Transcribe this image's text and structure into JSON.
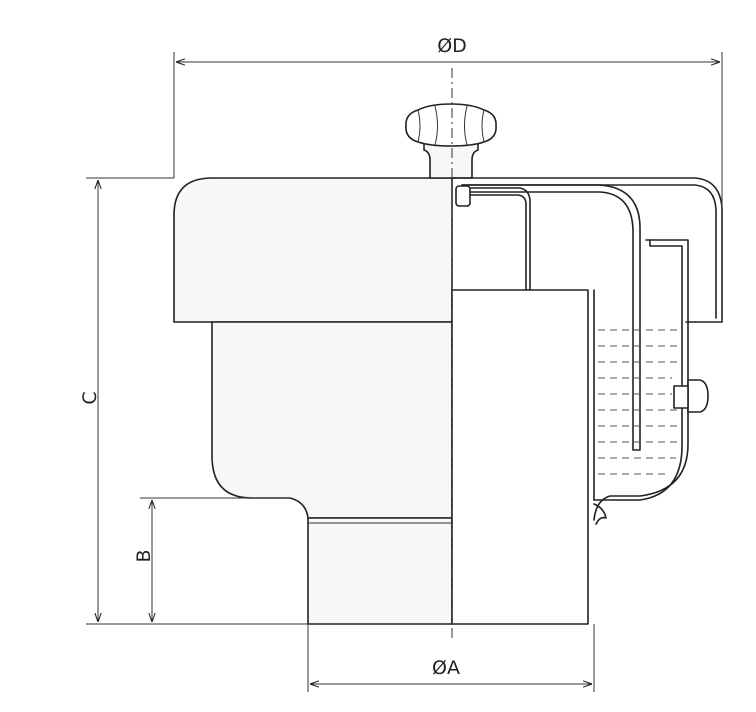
{
  "dimensions": {
    "diameter_d": "ØD",
    "diameter_a": "ØA",
    "height_c": "C",
    "height_b": "B"
  },
  "colors": {
    "line": "#222222",
    "body_fill": "#f7f7f7",
    "background": "#ffffff"
  }
}
